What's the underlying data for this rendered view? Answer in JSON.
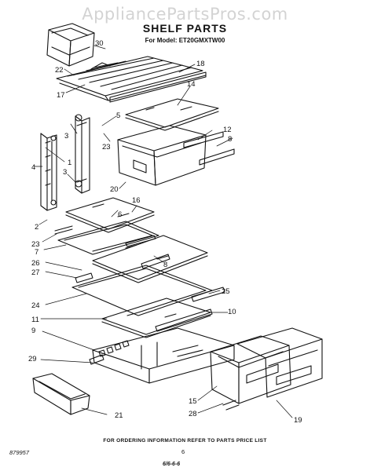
{
  "watermark": "AppliancePartsPros.com",
  "header": {
    "title": "SHELF PARTS",
    "model_line": "For Model: ET20GMXTW00"
  },
  "callouts": [
    "30",
    "22",
    "18",
    "17",
    "14",
    "5",
    "3",
    "12",
    "23",
    "8",
    "1",
    "4",
    "3",
    "20",
    "16",
    "6",
    "2",
    "23",
    "7",
    "26",
    "8",
    "27",
    "25",
    "24",
    "11",
    "10",
    "9",
    "29",
    "15",
    "28",
    "19",
    "21"
  ],
  "footer": {
    "ordering_note": "FOR ORDERING INFORMATION REFER TO PARTS PRICE LIST",
    "doc_number": "879957",
    "page_number": "6",
    "signature": "6/6-6-6"
  }
}
